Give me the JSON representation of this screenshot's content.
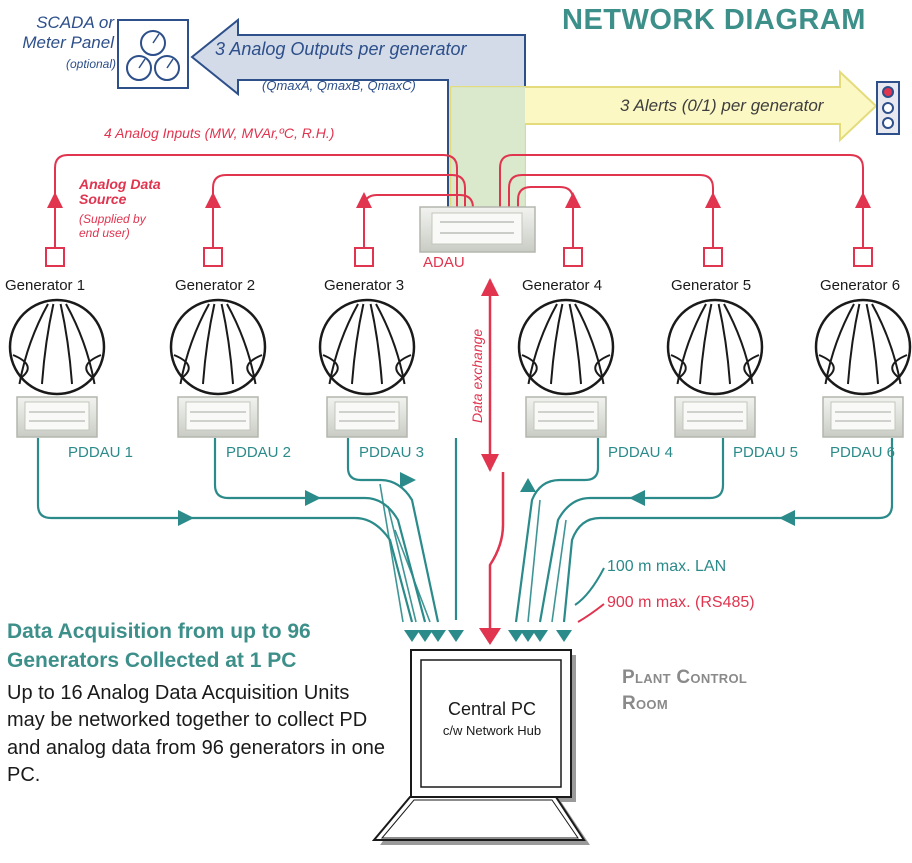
{
  "title": "NETWORK DIAGRAM",
  "scada": {
    "label": "SCADA or Meter Panel",
    "note": "(optional)"
  },
  "analog_outputs": {
    "label": "3 Analog Outputs per generator",
    "detail": "(QmaxA, QmaxB, QmaxC)"
  },
  "alerts": {
    "label": "3 Alerts (0/1) per generator"
  },
  "analog_inputs": {
    "label": "4 Analog Inputs (MW, MVAr,ºC, R.H.)"
  },
  "analog_source": {
    "title": "Analog Data Source",
    "note": "(Supplied by end user)"
  },
  "adau_label": "ADAU",
  "data_exchange": "Data exchange",
  "generators": [
    {
      "name": "Generator 1",
      "pd": "PDDAU 1"
    },
    {
      "name": "Generator 2",
      "pd": "PDDAU 2"
    },
    {
      "name": "Generator 3",
      "pd": "PDDAU 3"
    },
    {
      "name": "Generator 4",
      "pd": "PDDAU 4"
    },
    {
      "name": "Generator 5",
      "pd": "PDDAU 5"
    },
    {
      "name": "Generator 6",
      "pd": "PDDAU 6"
    }
  ],
  "links": {
    "lan": "100 m max. LAN",
    "rs485": "900 m max.  (RS485)"
  },
  "acquisition": {
    "title": "Data Acquisition from up to 96 Generators Collected at 1 PC",
    "body": "Up to 16 Analog Data Acquisition Units may be networked together to collect PD and analog data from 96 generators in one PC."
  },
  "central_pc": {
    "label": "Central PC",
    "sub": "c/w Network Hub"
  },
  "room": "Plant Control Room",
  "colors": {
    "teal": "#2b8a8a",
    "red": "#e0344f",
    "navy": "#2d4f8a",
    "heading": "#3d8f8a",
    "yellow": "#fbf8c4",
    "blue_fill": "#d3dbe9"
  }
}
